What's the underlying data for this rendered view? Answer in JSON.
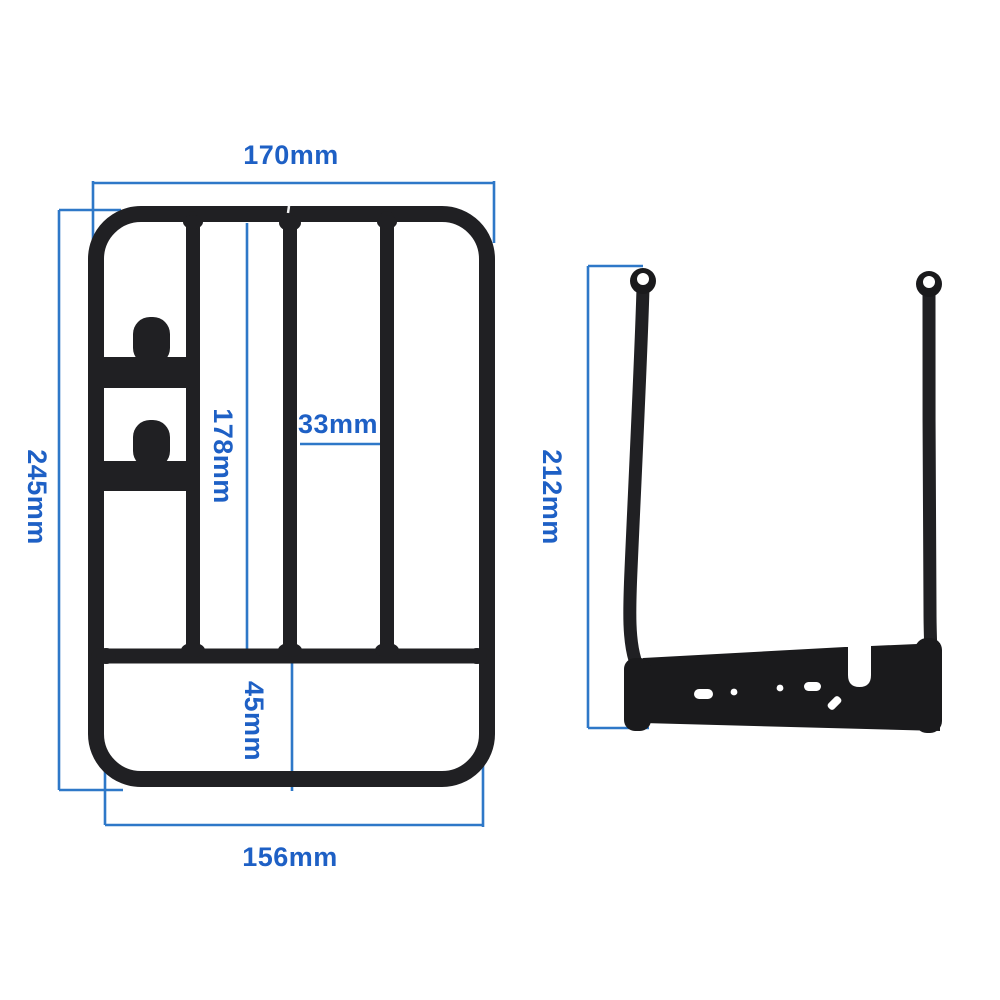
{
  "colors": {
    "background": "#ffffff",
    "dimension_text": "#1e60c5",
    "dimension_line": "#2e78c8",
    "metal_tube": "#202023",
    "metal_plate": "#1a1a1c"
  },
  "luggage_rack": {
    "dimensions": {
      "top_width": "170mm",
      "overall_height": "245mm",
      "inner_bar_height": "178mm",
      "bar_spacing": "33mm",
      "lower_section_height": "45mm",
      "bottom_width": "156mm"
    }
  },
  "mounting_bracket": {
    "dimensions": {
      "strut_height": "212mm"
    }
  }
}
